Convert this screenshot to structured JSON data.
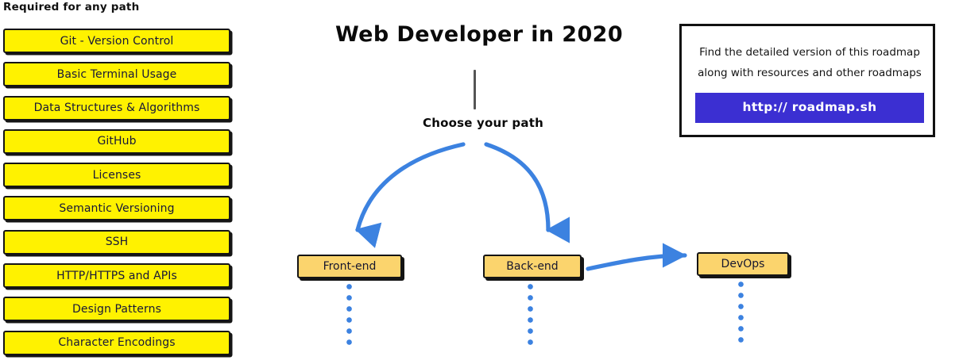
{
  "left_column": {
    "heading": "Required for any path",
    "items": [
      {
        "label": "Git - Version Control"
      },
      {
        "label": "Basic Terminal Usage"
      },
      {
        "label": "Data Structures & Algorithms"
      },
      {
        "label": "GitHub"
      },
      {
        "label": "Licenses"
      },
      {
        "label": "Semantic Versioning"
      },
      {
        "label": "SSH"
      },
      {
        "label": "HTTP/HTTPS and APIs"
      },
      {
        "label": "Design Patterns"
      },
      {
        "label": "Character Encodings"
      }
    ]
  },
  "diagram": {
    "title": "Web Developer in 2020",
    "choose_label": "Choose your path",
    "paths": [
      {
        "label": "Front-end"
      },
      {
        "label": "Back-end"
      },
      {
        "label": "DevOps"
      }
    ]
  },
  "roadmap_card": {
    "line1": "Find the detailed version of this roadmap",
    "line2": "along with resources and other roadmaps",
    "button_label": "http:// roadmap.sh"
  },
  "colors": {
    "required_box_fill": "#FFF200",
    "path_box_fill": "#FBD46D",
    "arrow_blue": "#3C82E0",
    "button_purple": "#3B2FD2",
    "outline_black": "#141414",
    "trunk_gray": "#555555"
  }
}
